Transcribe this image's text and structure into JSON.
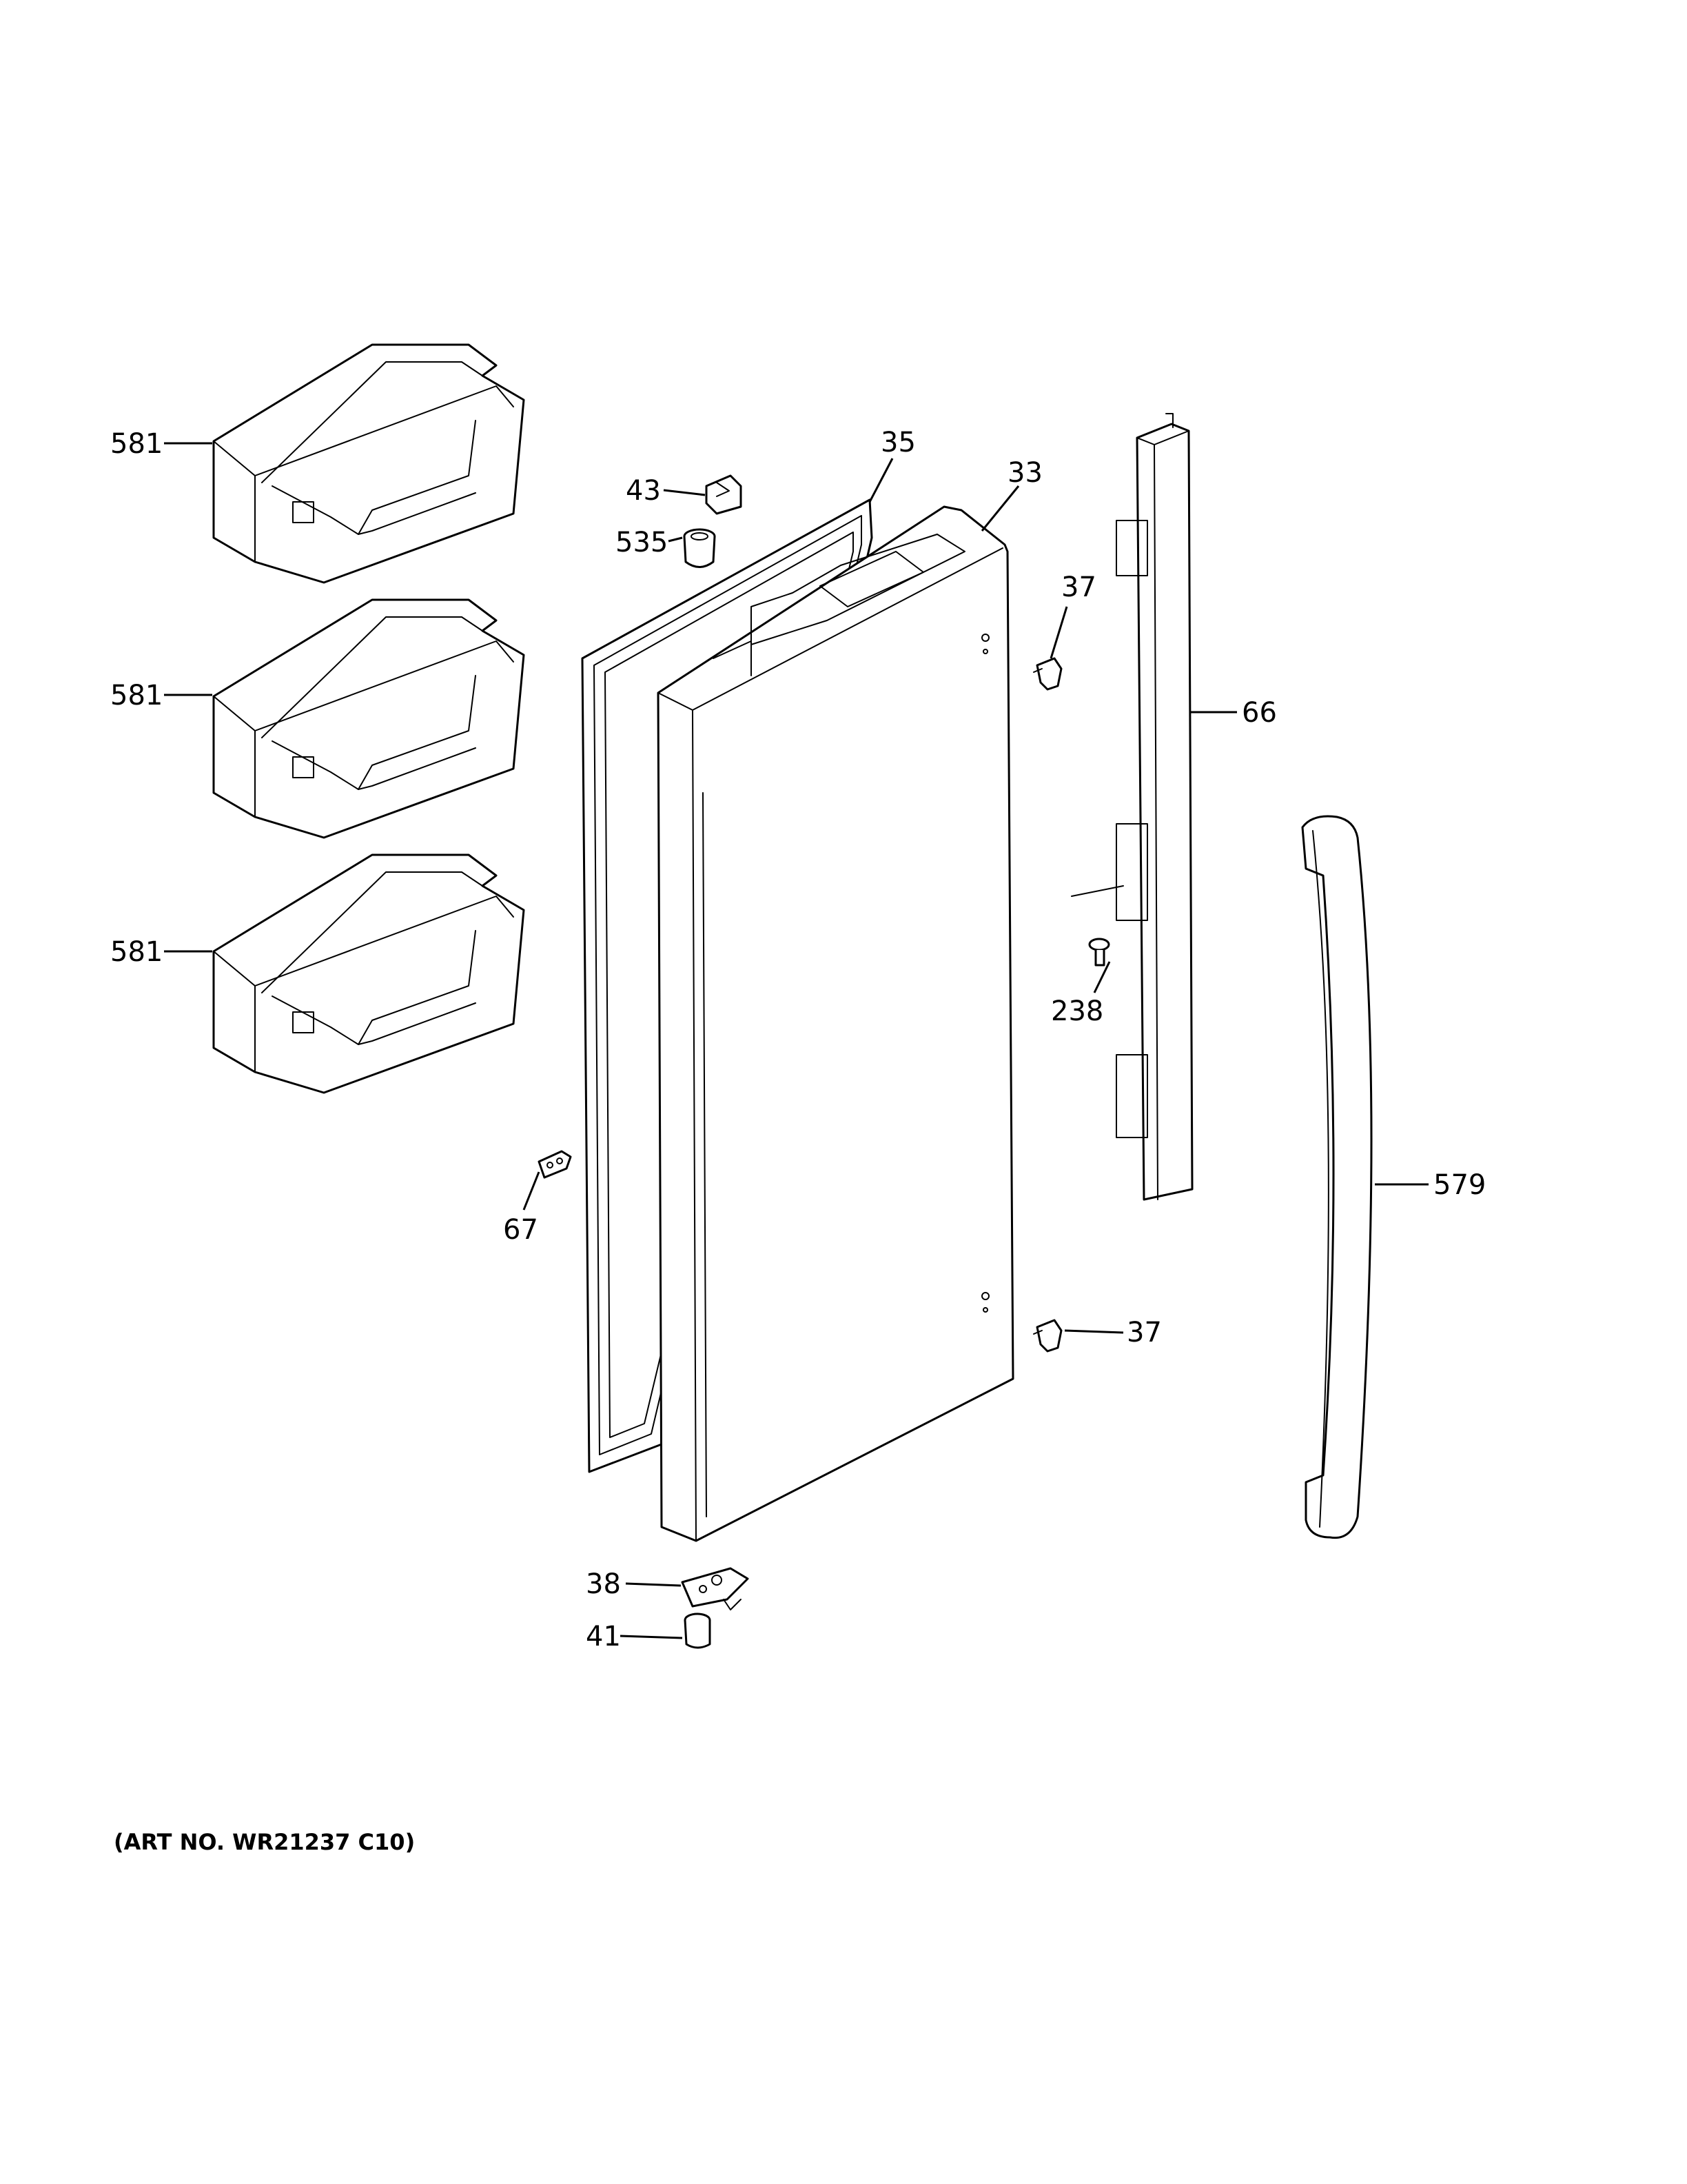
{
  "diagram": {
    "callouts": [
      {
        "id": "bin-top",
        "label": "581"
      },
      {
        "id": "bin-middle",
        "label": "581"
      },
      {
        "id": "bin-bottom",
        "label": "581"
      },
      {
        "id": "gasket",
        "label": "35"
      },
      {
        "id": "door",
        "label": "33"
      },
      {
        "id": "hinge-cam",
        "label": "43"
      },
      {
        "id": "bushing-top",
        "label": "535"
      },
      {
        "id": "screw-top",
        "label": "37"
      },
      {
        "id": "screw-bottom",
        "label": "37"
      },
      {
        "id": "handle-trim",
        "label": "66"
      },
      {
        "id": "handle-screw",
        "label": "238"
      },
      {
        "id": "handle",
        "label": "579"
      },
      {
        "id": "door-stop",
        "label": "67"
      },
      {
        "id": "hinge-bottom",
        "label": "38"
      },
      {
        "id": "bushing-bottom",
        "label": "41"
      }
    ],
    "art_number": "(ART NO. WR21237 C10)"
  }
}
